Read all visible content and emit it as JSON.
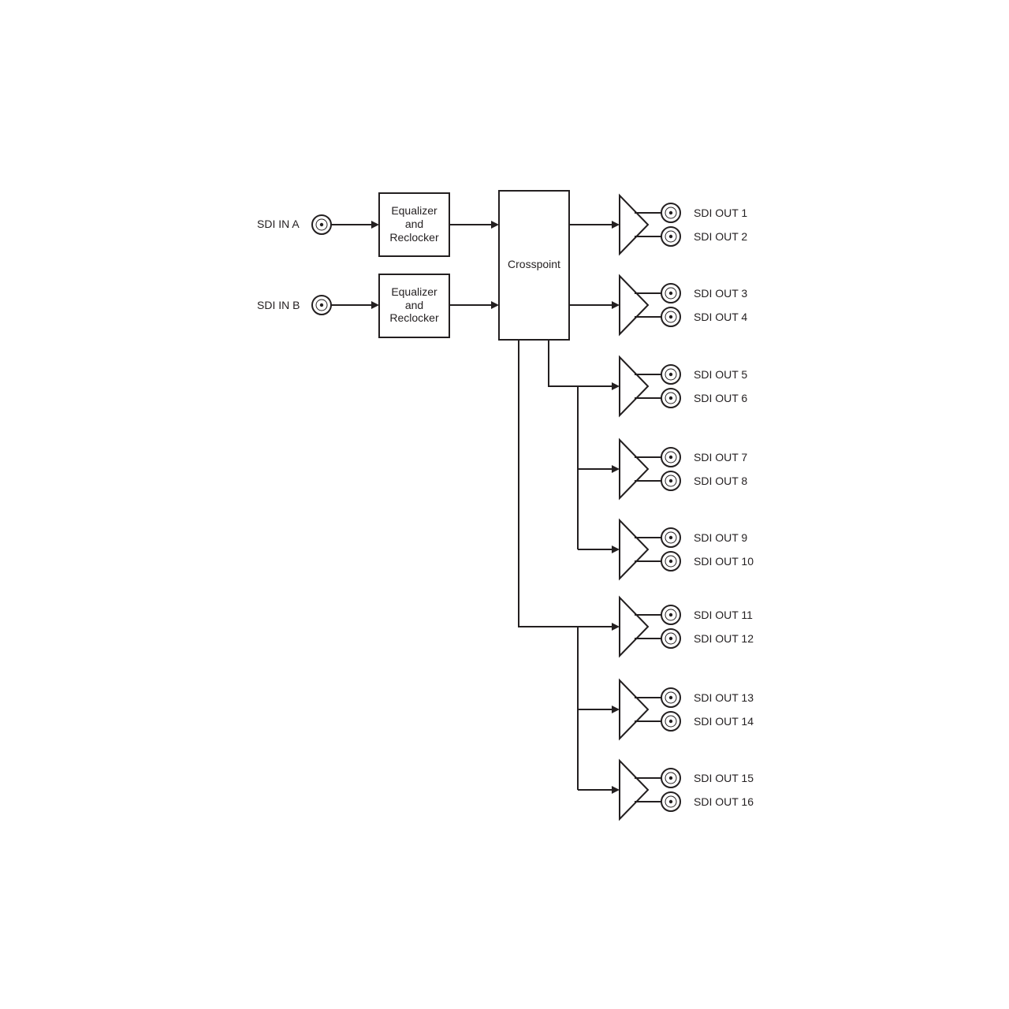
{
  "inputs": [
    {
      "label": "SDI IN A",
      "block_label": [
        "Equalizer",
        "and",
        "Reclocker"
      ]
    },
    {
      "label": "SDI IN B",
      "block_label": [
        "Equalizer",
        "and",
        "Reclocker"
      ]
    }
  ],
  "crosspoint_label": "Crosspoint",
  "outputs": [
    {
      "labels": [
        "SDI OUT 1",
        "SDI OUT 2"
      ]
    },
    {
      "labels": [
        "SDI OUT 3",
        "SDI OUT 4"
      ]
    },
    {
      "labels": [
        "SDI OUT 5",
        "SDI OUT 6"
      ]
    },
    {
      "labels": [
        "SDI OUT 7",
        "SDI OUT 8"
      ]
    },
    {
      "labels": [
        "SDI OUT 9",
        "SDI OUT 10"
      ]
    },
    {
      "labels": [
        "SDI OUT 11",
        "SDI OUT 12"
      ]
    },
    {
      "labels": [
        "SDI OUT 13",
        "SDI OUT 14"
      ]
    },
    {
      "labels": [
        "SDI OUT 15",
        "SDI OUT 16"
      ]
    }
  ],
  "colors": {
    "line": "#231f20",
    "background": "#ffffff"
  },
  "icons": {
    "connector": "bnc-connector-icon",
    "amplifier": "amplifier-triangle-icon",
    "arrow": "arrow-head-icon"
  }
}
